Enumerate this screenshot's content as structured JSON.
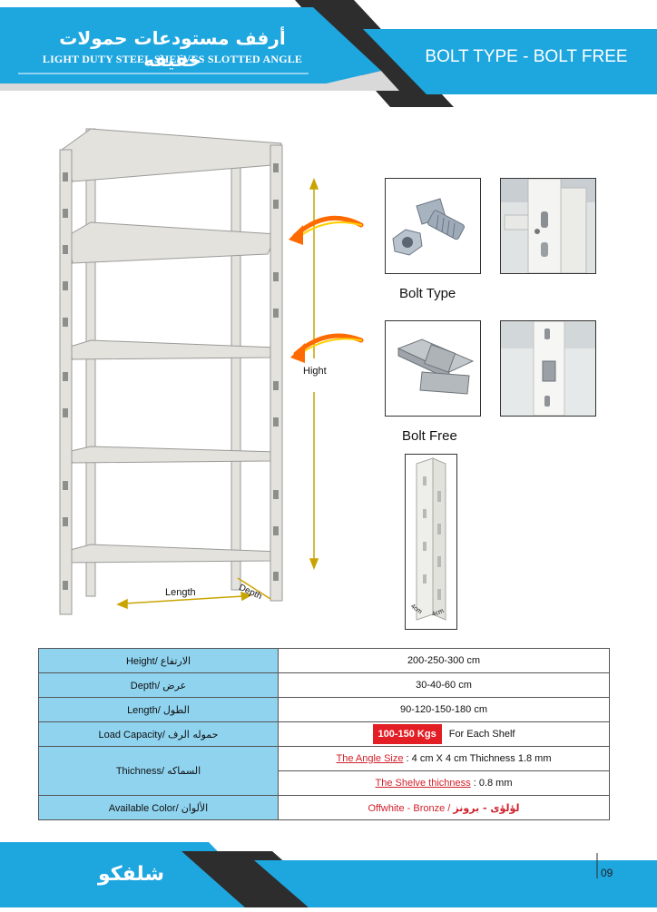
{
  "header": {
    "title_ar": "أرفف مستودعات حمولات خفيفه",
    "title_en": "LIGHT DUTY STEEL SHELVES SLOTTED ANGLE",
    "type_label": "BOLT TYPE - BOLT FREE"
  },
  "diagram": {
    "height_label": "Hight",
    "length_label": "Length",
    "depth_label": "Depth",
    "bolt_type_caption": "Bolt Type",
    "bolt_free_caption": "Bolt Free",
    "angle_dim_1": "4cm",
    "angle_dim_2": "4cm"
  },
  "specs": {
    "rows": [
      {
        "label_en": "Height/",
        "label_ar": "الارتفاع",
        "value": "200-250-300 cm"
      },
      {
        "label_en": "Depth/",
        "label_ar": "عرض",
        "value": "30-40-60 cm"
      },
      {
        "label_en": "Length/",
        "label_ar": "الطول",
        "value": "90-120-150-180 cm"
      }
    ],
    "load": {
      "label_en": "Load Capacity/",
      "label_ar": "حموله الرف",
      "badge": "100-150 Kgs",
      "suffix": "For Each Shelf"
    },
    "thickness": {
      "label_en": "Thichness/",
      "label_ar": "السماكه",
      "line1_label": "The Angle Size",
      "line1_value": ": 4 cm X 4 cm Thichness 1.8 mm",
      "line2_label": "The Shelve thichness",
      "line2_value": ": 0.8 mm"
    },
    "color": {
      "label_en": "Available Color/",
      "label_ar": "الألوان",
      "value_en": "Offwhite - Bronze /",
      "value_ar": "لؤلؤى - برونز"
    }
  },
  "footer": {
    "logo_ar": "شلفكو",
    "page_number": "09"
  },
  "colors": {
    "brand_blue": "#1ea6df",
    "dark_band": "#2f2f2f",
    "table_blue": "#8fd3ef",
    "accent_red": "#e31e24"
  }
}
